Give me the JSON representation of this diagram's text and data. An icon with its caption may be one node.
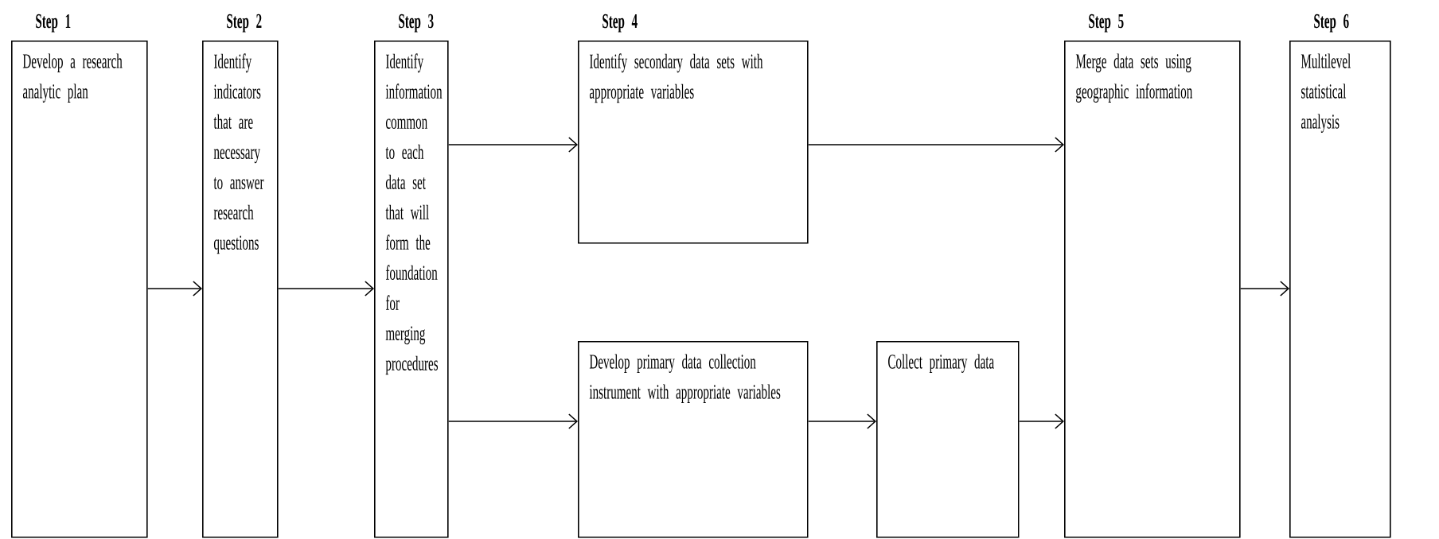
{
  "diagram": {
    "nodes": [
      {
        "text": [
          "Step 1",
          "Develop a research analytic plan"
        ]
      },
      {
        "text": [
          "Step 2",
          "Identify indicators that are necessary to answer research questions"
        ]
      },
      {
        "text": [
          "Step 3",
          "Identify information common to each data set that will form the foundation for merging procedures"
        ]
      },
      {
        "text": [
          "Step 4",
          "Identify secondary data sets with appropriate variables"
        ]
      },
      {
        "text": [
          "Develop primary data collection instrument with appropriate variables"
        ]
      },
      {
        "text": [
          "Collect primary data"
        ]
      },
      {
        "text": [
          "Step 5",
          "Merge data sets using geographic information"
        ]
      },
      {
        "text": [
          "Step 6",
          "Multilevel statistical analysis"
        ]
      }
    ],
    "edges": [
      {
        "from": 0,
        "to": 1,
        "arrow": "to"
      },
      {
        "from": 1,
        "to": 2,
        "arrow": "to"
      },
      {
        "from": 2,
        "to": 3,
        "arrow": "to"
      },
      {
        "from": 2,
        "to": 4,
        "arrow": "to"
      },
      {
        "from": 3,
        "to": 6,
        "arrow": "to"
      },
      {
        "from": 4,
        "to": 5,
        "arrow": "to"
      },
      {
        "from": 5,
        "to": 6,
        "arrow": "to"
      },
      {
        "from": 6,
        "to": 7,
        "arrow": "to"
      }
    ]
  }
}
